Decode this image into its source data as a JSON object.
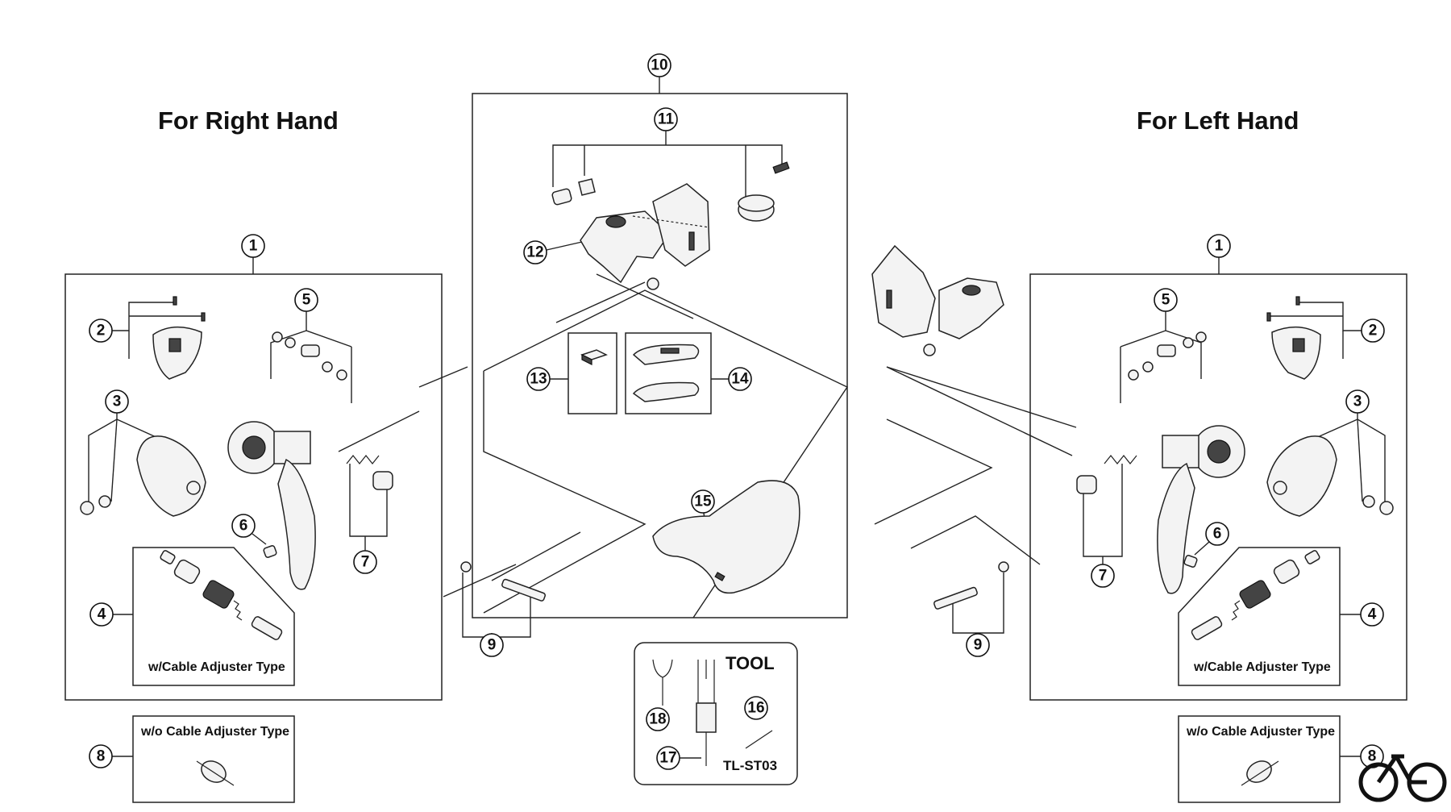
{
  "titles": {
    "right_hand": "For Right Hand",
    "left_hand": "For Left Hand"
  },
  "labels": {
    "with_adjuster": "w/Cable Adjuster Type",
    "without_adjuster": "w/o Cable Adjuster Type",
    "tool_heading": "TOOL",
    "tool_model": "TL-ST03"
  },
  "callouts": {
    "n1": "1",
    "n2": "2",
    "n3": "3",
    "n4": "4",
    "n5": "5",
    "n6": "6",
    "n7": "7",
    "n8": "8",
    "n9": "9",
    "n10": "10",
    "n11": "11",
    "n12": "12",
    "n13": "13",
    "n14": "14",
    "n15": "15",
    "n16": "16",
    "n17": "17",
    "n18": "18"
  },
  "logo": {
    "icon": "bicycle-icon"
  }
}
